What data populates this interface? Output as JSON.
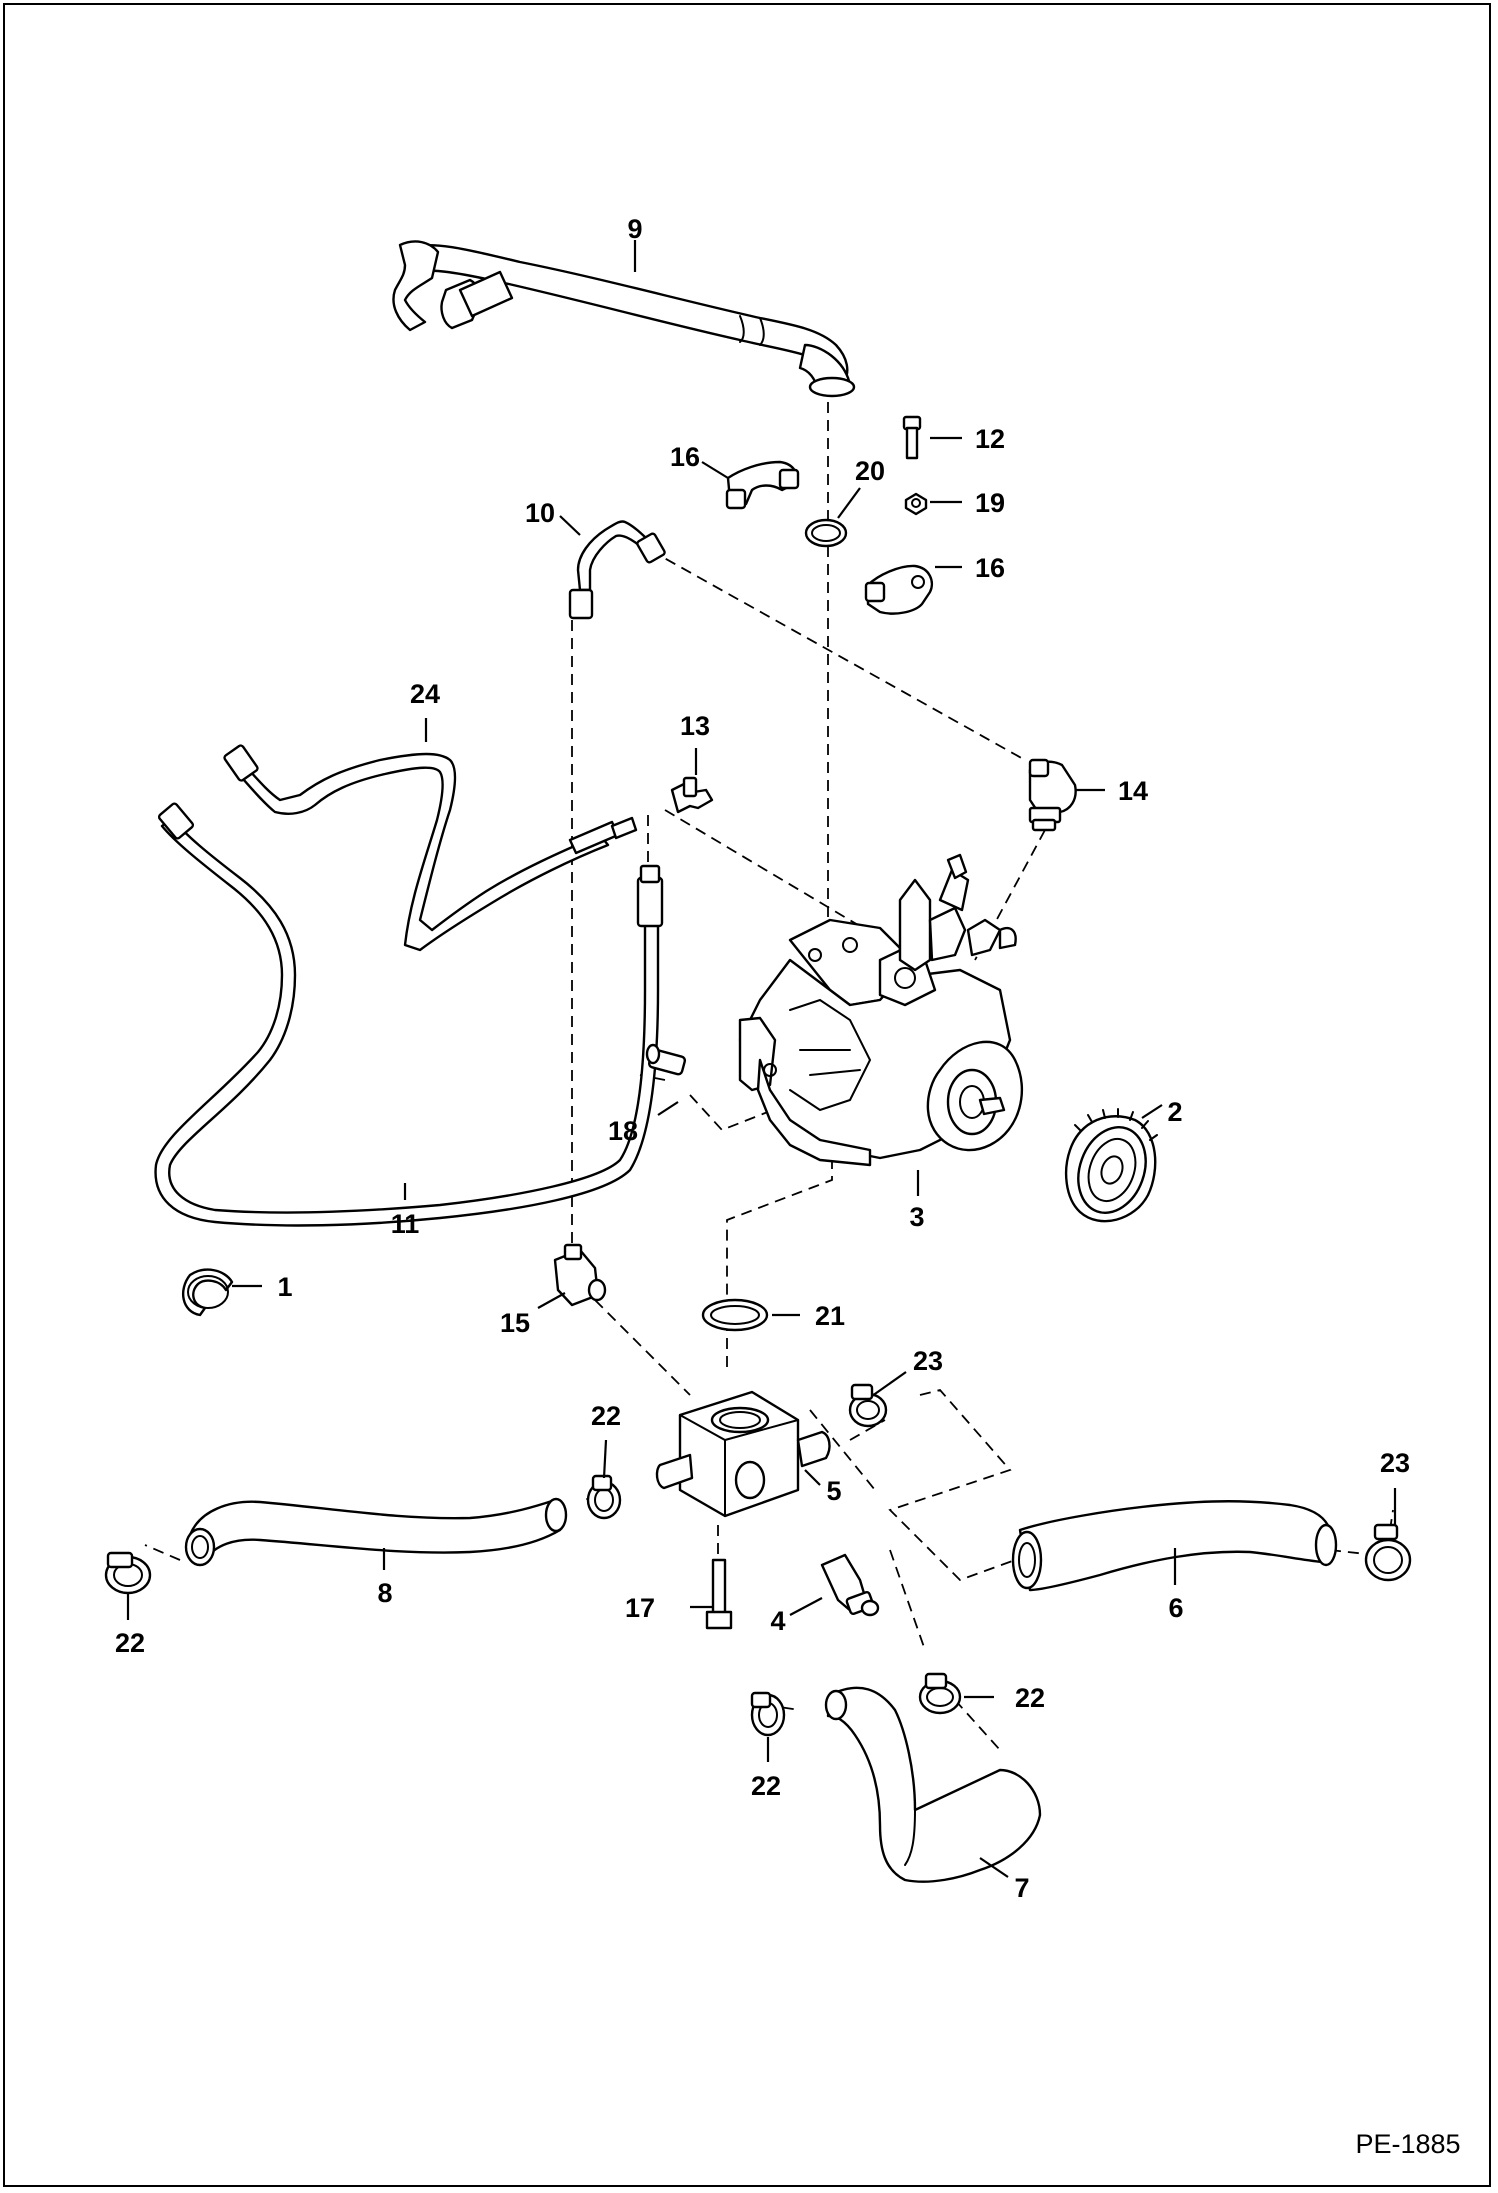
{
  "figure_ref": "PE-1885",
  "callouts": {
    "c1": "1",
    "c2": "2",
    "c3": "3",
    "c4": "4",
    "c5": "5",
    "c6": "6",
    "c7": "7",
    "c8": "8",
    "c9": "9",
    "c10": "10",
    "c11": "11",
    "c12": "12",
    "c13": "13",
    "c14": "14",
    "c15": "15",
    "c16a": "16",
    "c16b": "16",
    "c17": "17",
    "c18": "18",
    "c19": "19",
    "c20": "20",
    "c21": "21",
    "c22a": "22",
    "c22b": "22",
    "c22c": "22",
    "c22d": "22",
    "c23a": "23",
    "c23b": "23",
    "c24": "24"
  }
}
